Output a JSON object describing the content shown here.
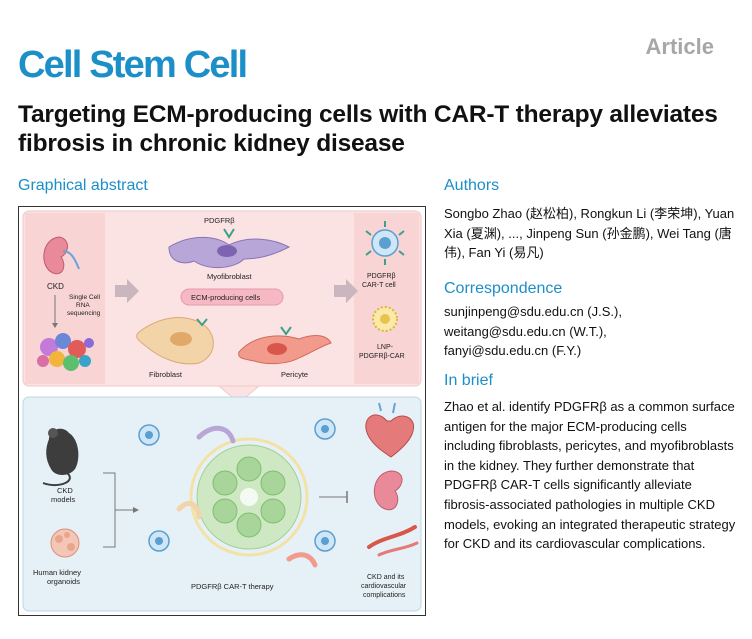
{
  "header": {
    "journal": "Cell Stem Cell",
    "article_type": "Article",
    "title": "Targeting ECM-producing cells with CAR-T therapy alleviates fibrosis in chronic kidney disease"
  },
  "graphical_abstract": {
    "heading": "Graphical abstract",
    "top": {
      "ckd": "CKD",
      "scrna_1": "Single Cell",
      "scrna_2": "RNA",
      "scrna_3": "sequencing",
      "pdgfrb": "PDGFRβ",
      "myofibroblast": "Myofibroblast",
      "ecm_cells": "ECM-producing cells",
      "fibroblast": "Fibroblast",
      "pericyte": "Pericyte",
      "car_t_1": "PDGFRβ",
      "car_t_2": "CAR-T cell",
      "lnp_1": "LNP-",
      "lnp_2": "PDGFRβ-CAR"
    },
    "bottom": {
      "ckd_models_1": "CKD",
      "ckd_models_2": "models",
      "organoids_1": "Human kidney",
      "organoids_2": "organoids",
      "therapy": "PDGFRβ CAR-T therapy",
      "outcome_1": "CKD and its",
      "outcome_2": "cardiovascular",
      "outcome_3": "complications"
    }
  },
  "authors": {
    "heading": "Authors",
    "text": "Songbo Zhao (赵松柏), Rongkun Li (李荣坤), Yuan Xia (夏渊), ..., Jinpeng Sun (孙金鹏), Wei Tang (唐伟), Fan Yi (易凡)"
  },
  "correspondence": {
    "heading": "Correspondence",
    "emails": [
      "sunjinpeng@sdu.edu.cn (J.S.),",
      "weitang@sdu.edu.cn (W.T.),",
      "fanyi@sdu.edu.cn (F.Y.)"
    ]
  },
  "in_brief": {
    "heading": "In brief",
    "text": "Zhao et al. identify PDGFRβ as a common surface antigen for the major ECM-producing cells including fibroblasts, pericytes, and myofibroblasts in the kidney. They further demonstrate that PDGFRβ CAR-T cells significantly alleviate fibrosis-associated pathologies in multiple CKD models, evoking an integrated therapeutic strategy for CKD and its cardiovascular complications."
  },
  "colors": {
    "brand_blue": "#1c8fc8",
    "article_gray": "#a7a7a7",
    "top_panel_pink": "#fbe3e3",
    "bottom_panel_blue": "#e6f1f7"
  },
  "icons": [
    "kidney-icon",
    "scrna-cluster-icon",
    "myofibroblast-icon",
    "fibroblast-icon",
    "pericyte-icon",
    "car-t-cell-icon",
    "lnp-icon",
    "mouse-icon",
    "organoid-icon",
    "kidney-tubule-icon",
    "heart-icon",
    "blood-vessel-icon"
  ]
}
